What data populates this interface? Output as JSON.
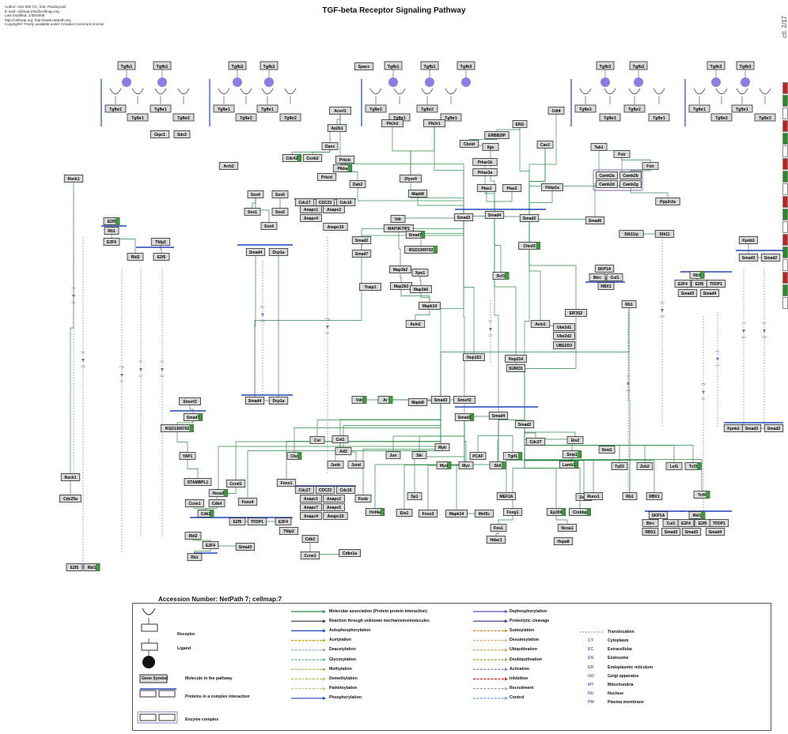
{
  "header": {
    "meta": [
      "Author: Ubo Möl CC, ICB, PandeyLab",
      "E-mail: cellmap-info@cellmap.org",
      "Last modified: 1/30/2009",
      "http://cellmap.org; http://www.netpath.org",
      "Copyright© Freely available under Creative Commons license"
    ],
    "title": "TGF-beta Receptor Signaling Pathway",
    "side_label": "ctl. 2/17"
  },
  "colors": {
    "box_fill": "#d9d9d9",
    "box_border": "#2b2b2b",
    "green_box": "#3f9a3f",
    "ligand": "#8a7fe0",
    "association_line": "#2e8b4a",
    "complex_bar": "#2244bb",
    "translocation": "#7a5fb5",
    "strip": [
      "#c02020",
      "#2a8a2a",
      "#ffffff",
      "#c02020",
      "#2a8a2a",
      "#ffffff",
      "#c02020",
      "#2a8a2a",
      "#ffffff",
      "#c02020",
      "#2a8a2a",
      "#ffffff",
      "#c02020",
      "#2a8a2a",
      "#ffffff",
      "#c02020",
      "#2a8a2a",
      "#ffffff"
    ]
  },
  "ligand_groups": [
    {
      "ligands": [
        "Tgfb1",
        "Tgfb1"
      ],
      "receptors": [
        "Tgfbr2",
        "Tgfbr1",
        "Tgfbr1",
        "Tgfbr2"
      ]
    },
    {
      "ligands": [
        "Tgfb2",
        "Tgfb2"
      ],
      "receptors": [
        "Tgfbr1",
        "Tgfbr2",
        "Tgfbr1",
        "Tgfbr2"
      ]
    },
    {
      "ligands": [
        "Tgfb1",
        "Tgfb1",
        "Tgfb3"
      ],
      "receptors": [
        "Tgfbr2",
        "Tgfbr1",
        "Tgfbr2",
        "Tgfbr1"
      ]
    },
    {
      "ligands": [
        "Tgfb3",
        "Tgfb2"
      ],
      "receptors": [
        "Tgfbr2",
        "Tgfbr1",
        "Tgfbr2",
        "Tgfbr1"
      ]
    },
    {
      "ligands": [
        "Tgfb3",
        "Tgfb3"
      ],
      "receptors": [
        "Tgfbr1",
        "Tgfbr2",
        "Tgfbr1",
        "Tgfbr2"
      ]
    }
  ],
  "nodes": [
    {
      "id": "Sparc",
      "label": "Spacc"
    },
    {
      "id": "Gipc1",
      "label": "Gipc1"
    },
    {
      "id": "Sdc2",
      "label": "Sdc2"
    },
    {
      "id": "Acvrl1",
      "label": "Acvrl1"
    },
    {
      "id": "Arrb2",
      "label": "Arrb2"
    },
    {
      "id": "Ap2b1",
      "label": "Ap2b1"
    },
    {
      "id": "Daxx",
      "label": "Daxx"
    },
    {
      "id": "Cdc42",
      "label": "Cdc42"
    },
    {
      "id": "Ccnb2",
      "label": "Ccnb2"
    },
    {
      "id": "Prkcb",
      "label": "Prkcb"
    },
    {
      "id": "Pikka",
      "label": "Pikka"
    },
    {
      "id": "Prkcd",
      "label": "Prkcd"
    },
    {
      "id": "Dab2",
      "label": "Dab2"
    },
    {
      "id": "Pik3r2",
      "label": "Pik3r2"
    },
    {
      "id": "Pik3r1",
      "label": "Pik3r1"
    },
    {
      "id": "Zfyve9",
      "label": "Zfyve9"
    },
    {
      "id": "Eng",
      "label": "ENG"
    },
    {
      "id": "Errbb2ip",
      "label": "ERBB2IP"
    },
    {
      "id": "Cbsid",
      "label": "Cbsid"
    },
    {
      "id": "Ilgs",
      "label": "Ilgs"
    },
    {
      "id": "Prkar1b",
      "label": "Prkar1b"
    },
    {
      "id": "Prkar2a",
      "label": "Prkar2a"
    },
    {
      "id": "Pias1",
      "label": "Pias1"
    },
    {
      "id": "Pias2",
      "label": "Pias2"
    },
    {
      "id": "Mapk8",
      "label": "Mapk8"
    },
    {
      "id": "Cav1",
      "label": "Cav1"
    },
    {
      "id": "Cdt4",
      "label": "Cdt4"
    },
    {
      "id": "Fkbp1a",
      "label": "Fkbp1a"
    },
    {
      "id": "Tab1",
      "label": "Tab1"
    },
    {
      "id": "Fstr",
      "label": "Fstr"
    },
    {
      "id": "Fstr2",
      "label": "Fstr"
    },
    {
      "id": "Camk2a",
      "label": "Camk2a"
    },
    {
      "id": "Camk2b",
      "label": "Camk2b"
    },
    {
      "id": "Camk2d",
      "label": "Camk2d"
    },
    {
      "id": "Camk2g",
      "label": "Camk2g"
    },
    {
      "id": "Ppp2r2a",
      "label": "Ppp2r2a"
    },
    {
      "id": "Smad6",
      "label": "Smad6"
    },
    {
      "id": "Stk11ip",
      "label": "Stk11ip"
    },
    {
      "id": "Stk11",
      "label": "Stk11"
    },
    {
      "id": "Rock1",
      "label": "Rock1"
    },
    {
      "id": "Sox4",
      "label": "Sox4"
    },
    {
      "id": "Sox6",
      "label": "Sox6"
    },
    {
      "id": "Sox1",
      "label": "Sox1"
    },
    {
      "id": "Sox2",
      "label": "Sox2"
    },
    {
      "id": "Sox4b",
      "label": "Sox4"
    },
    {
      "id": "Cdc27",
      "label": "Cdc27"
    },
    {
      "id": "Cdc23",
      "label": "CDC23"
    },
    {
      "id": "Cdc16",
      "label": "Cdc16"
    },
    {
      "id": "Anapc1",
      "label": "Anapc1"
    },
    {
      "id": "Anapc2",
      "label": "Anapc2"
    },
    {
      "id": "Anapc4",
      "label": "Anapc4"
    },
    {
      "id": "Anapc10",
      "label": "Anapc10"
    },
    {
      "id": "Smad2a",
      "label": "Smad2"
    },
    {
      "id": "Smad7a",
      "label": "Smad7"
    },
    {
      "id": "Smad4a",
      "label": "Smad4"
    },
    {
      "id": "Dcp1a",
      "label": "Dcp1a"
    },
    {
      "id": "Vdr",
      "label": "Vdr"
    },
    {
      "id": "Map3k7ip1",
      "label": "MAP3K7IP1"
    },
    {
      "id": "Smad7b",
      "label": "Smad7"
    },
    {
      "id": "Rgd",
      "label": "RGD1309702"
    },
    {
      "id": "Map3k2",
      "label": "Map3k2"
    },
    {
      "id": "Map2k3",
      "label": "Map2k3"
    },
    {
      "id": "Xpo1",
      "label": "Xpo1"
    },
    {
      "id": "Map2k6",
      "label": "Map2k6"
    },
    {
      "id": "Mapk14",
      "label": "Mapk14"
    },
    {
      "id": "Traip",
      "label": "Traip1"
    },
    {
      "id": "Axin2",
      "label": "Axin2"
    },
    {
      "id": "Smad3a",
      "label": "Smad3"
    },
    {
      "id": "Smad4b",
      "label": "Smad4"
    },
    {
      "id": "Smad2b",
      "label": "Smad2"
    },
    {
      "id": "Cited3",
      "label": "Cited3"
    },
    {
      "id": "Dcf1",
      "label": "Dcf1"
    },
    {
      "id": "Nup153",
      "label": "Nup153"
    },
    {
      "id": "Nup214",
      "label": "Nup214"
    },
    {
      "id": "Sumo1",
      "label": "SUMO1"
    },
    {
      "id": "Axin1",
      "label": "Axin1"
    },
    {
      "id": "Eif3s2",
      "label": "EIF3S2"
    },
    {
      "id": "Ube2d1",
      "label": "Ube2d1"
    },
    {
      "id": "Ube2d2",
      "label": "Ube2d2"
    },
    {
      "id": "Ube2d3",
      "label": "UBE2D3"
    },
    {
      "id": "Skp1a",
      "label": "SKP1A"
    },
    {
      "id": "Btrc",
      "label": "Btrc"
    },
    {
      "id": "Cul1",
      "label": "Cul1"
    },
    {
      "id": "Rbx1",
      "label": "RBX1"
    },
    {
      "id": "Rb1",
      "label": "Rb1"
    },
    {
      "id": "Kpnb1",
      "label": "Kpnb1"
    },
    {
      "id": "Smad3b",
      "label": "Smad3"
    },
    {
      "id": "Smad2c",
      "label": "Smad2"
    },
    {
      "id": "Rb1b",
      "label": "Rb1"
    },
    {
      "id": "E2f4",
      "label": "E2F4"
    },
    {
      "id": "E2f5",
      "label": "E2f5"
    },
    {
      "id": "Tfdp1",
      "label": "TFDP1"
    },
    {
      "id": "Smad3c",
      "label": "Smad3"
    },
    {
      "id": "Smad4c",
      "label": "Smad4"
    },
    {
      "id": "E2f5a",
      "label": "E2f5"
    },
    {
      "id": "Rb1a",
      "label": "Rb1"
    },
    {
      "id": "E2f4a",
      "label": "E2F4"
    },
    {
      "id": "Tfdp2",
      "label": "Tfdp2"
    },
    {
      "id": "Rbl2",
      "label": "Rbl2"
    },
    {
      "id": "E2f5b",
      "label": "E2f5"
    },
    {
      "id": "Rock1b",
      "label": "Rock1"
    },
    {
      "id": "Cdc25a",
      "label": "Cdc25a"
    },
    {
      "id": "E2f5c",
      "label": "E2f5"
    },
    {
      "id": "Rbl1",
      "label": "Rbl1"
    },
    {
      "id": "Smurf2",
      "label": "Smurf2"
    },
    {
      "id": "Smad7c",
      "label": "Smad7"
    },
    {
      "id": "Rgd2",
      "label": "RGD1309702"
    },
    {
      "id": "Yap1",
      "label": "YAP1"
    },
    {
      "id": "Stambpl1",
      "label": "STAMBPL1"
    },
    {
      "id": "Hoxa9",
      "label": "Hoxa9"
    },
    {
      "id": "Ccne1",
      "label": "Ccne1"
    },
    {
      "id": "Cdk4",
      "label": "Cdk4"
    },
    {
      "id": "Cdk2",
      "label": "Cdk2"
    },
    {
      "id": "Smad4d",
      "label": "Smad4"
    },
    {
      "id": "Dcp1b",
      "label": "Dcp1a"
    },
    {
      "id": "Cdk2a",
      "label": "Cdk2"
    },
    {
      "id": "Ccne1a",
      "label": "Ccne1"
    },
    {
      "id": "Cdkn1a",
      "label": "Cdkn1a"
    },
    {
      "id": "E2f5d",
      "label": "E2f5"
    },
    {
      "id": "Tfdp1a",
      "label": "TFDP1"
    },
    {
      "id": "E2f4b",
      "label": "E2F4"
    },
    {
      "id": "Rbl2a",
      "label": "Rbl2"
    },
    {
      "id": "E2f4c",
      "label": "E2F4"
    },
    {
      "id": "Tfdp2a",
      "label": "Tfdp2"
    },
    {
      "id": "Rb1c",
      "label": "Rb1"
    },
    {
      "id": "Smad3d",
      "label": "Smad3"
    },
    {
      "id": "Ccnd1",
      "label": "Ccnd1"
    },
    {
      "id": "Foxo1",
      "label": "Foxo1"
    },
    {
      "id": "Foxo4",
      "label": "Foxo4"
    },
    {
      "id": "Cbc",
      "label": "Cbc"
    },
    {
      "id": "Atf2",
      "label": "Atf2"
    },
    {
      "id": "Col1",
      "label": "Col1"
    },
    {
      "id": "Cst",
      "label": "Cst"
    },
    {
      "id": "Junb",
      "label": "Junb"
    },
    {
      "id": "Jund",
      "label": "Jund"
    },
    {
      "id": "Foxb",
      "label": "Foxb"
    },
    {
      "id": "Vdr2",
      "label": "Vdr"
    },
    {
      "id": "Ar",
      "label": "Ar"
    },
    {
      "id": "Mapk8b",
      "label": "Mapk8"
    },
    {
      "id": "Smad3e",
      "label": "Smad3"
    },
    {
      "id": "Smurf2b",
      "label": "Smurf2"
    },
    {
      "id": "Smad3f",
      "label": "Smad3"
    },
    {
      "id": "Smad4e",
      "label": "Smad4"
    },
    {
      "id": "Smad2d",
      "label": "Smad2"
    },
    {
      "id": "Jun",
      "label": "Jun"
    },
    {
      "id": "Ski",
      "label": "Ski"
    },
    {
      "id": "Myb",
      "label": "Myb"
    },
    {
      "id": "Myc",
      "label": "Myc"
    },
    {
      "id": "Myo",
      "label": "Myo"
    },
    {
      "id": "Pcaf",
      "label": "PCAF"
    },
    {
      "id": "Tgif1",
      "label": "Tgif1"
    },
    {
      "id": "Skil",
      "label": "Skil"
    },
    {
      "id": "Cdc27b",
      "label": "Cdc27"
    },
    {
      "id": "Hnf4a",
      "label": "Hnf4a"
    },
    {
      "id": "Ets1",
      "label": "Ets1"
    },
    {
      "id": "Sp1",
      "label": "Sp1"
    },
    {
      "id": "Foxo3",
      "label": "Foxo3"
    },
    {
      "id": "Mapk14b",
      "label": "Mapk14"
    },
    {
      "id": "Mef2c",
      "label": "Mef2c"
    },
    {
      "id": "Mef2a",
      "label": "MEF2A"
    },
    {
      "id": "Foxg1",
      "label": "Foxg1"
    },
    {
      "id": "Fos1",
      "label": "Fos1"
    },
    {
      "id": "Hdac1",
      "label": "Hdac1"
    },
    {
      "id": "Ep300",
      "label": "Ep300"
    },
    {
      "id": "Crebbp",
      "label": "Crebbp"
    },
    {
      "id": "Zeb1",
      "label": "Zeb1"
    },
    {
      "id": "Ncoa1",
      "label": "Ncoa1"
    },
    {
      "id": "Runx1",
      "label": "Runx1"
    },
    {
      "id": "Hspa8",
      "label": "Hspa8"
    },
    {
      "id": "Etv2",
      "label": "Etv2"
    },
    {
      "id": "Snip1",
      "label": "Snip1"
    },
    {
      "id": "Lamb1",
      "label": "Lamb1"
    },
    {
      "id": "Tp53",
      "label": "Tp53"
    },
    {
      "id": "Zeb2",
      "label": "Zeb2"
    },
    {
      "id": "Sox1b",
      "label": "Snw1"
    },
    {
      "id": "Lef1",
      "label": "Lef1"
    },
    {
      "id": "Tcf3",
      "label": "Tcf3"
    },
    {
      "id": "Rb1d",
      "label": "Rb1"
    },
    {
      "id": "Rbx1b",
      "label": "RBX1"
    },
    {
      "id": "Tcf4",
      "label": "Tcf4"
    },
    {
      "id": "Skp1b",
      "label": "SKP1A"
    },
    {
      "id": "Btrcb",
      "label": "Btrc"
    },
    {
      "id": "Cul1b",
      "label": "Cul1"
    },
    {
      "id": "Rbx1c",
      "label": "RBX1"
    },
    {
      "id": "Smad3g",
      "label": "Smad3"
    },
    {
      "id": "Rbl1b",
      "label": "Rbl1"
    },
    {
      "id": "E2f4d",
      "label": "E2F4"
    },
    {
      "id": "E2f5e",
      "label": "E2f5"
    },
    {
      "id": "Tfdp1b",
      "label": "TFDP1"
    },
    {
      "id": "Smad3h",
      "label": "Smad3"
    },
    {
      "id": "Smad4f",
      "label": "Smad4"
    },
    {
      "id": "Kpnb1b",
      "label": "Kpnb1"
    },
    {
      "id": "Smad3i",
      "label": "Smad3"
    },
    {
      "id": "Smad2e",
      "label": "Smad2"
    },
    {
      "id": "Smad4g",
      "label": "Smad4"
    },
    {
      "id": "Dcp1c",
      "label": "Dcp1a"
    },
    {
      "id": "Smurf2c",
      "label": "Smurf2"
    },
    {
      "id": "Cdc23b",
      "label": "CDC23"
    },
    {
      "id": "Cdc16b",
      "label": "Cdc16"
    },
    {
      "id": "Anapc1b",
      "label": "Anapc1"
    },
    {
      "id": "Anapc2b",
      "label": "Anapc2"
    },
    {
      "id": "Anapc4b",
      "label": "Anapc4"
    },
    {
      "id": "Anapc10b",
      "label": "Anapc10"
    },
    {
      "id": "Anapc5",
      "label": "Anapc5"
    },
    {
      "id": "Anapc7",
      "label": "Anapc7"
    },
    {
      "id": "Anapc5b",
      "label": "Anapc5"
    },
    {
      "id": "Anapc7b",
      "label": "Anapc7"
    },
    {
      "id": "Cdc27c",
      "label": "Cdc27"
    },
    {
      "id": "E2f5f",
      "label": "E2f5"
    },
    {
      "id": "Rbl1c",
      "label": "Rbl1"
    }
  ],
  "translocation_tags": [
    "CY",
    "NU",
    "PM",
    "EC"
  ],
  "accession": "Accession Number: NetPath 7; cellmap:7",
  "legend": {
    "shapes": [
      {
        "label": "Receptor"
      },
      {
        "label": "Ligand"
      },
      {
        "label": "Gene Symbol",
        "desc": "Molecule in the pathway"
      },
      {
        "label": "",
        "desc": "Proteins in a complex interaction"
      },
      {
        "label": "",
        "desc": "Enzyme complex"
      }
    ],
    "col2": [
      {
        "label": "Molecular association (Protein protein interaction)",
        "color": "#2e8b4a"
      },
      {
        "label": "Reaction through unknown mechanisms/molecules",
        "color": "#333333"
      },
      {
        "label": "Autophosphorylation",
        "color": "#2244bb"
      },
      {
        "label": "Acetylation",
        "color": "#c8a000"
      },
      {
        "label": "Deacetylation",
        "color": "#7da7d9"
      },
      {
        "label": "Glycosylation",
        "color": "#5fb3b3"
      },
      {
        "label": "Methylation",
        "color": "#7fbf3f"
      },
      {
        "label": "Demethylation",
        "color": "#bcbc5a"
      },
      {
        "label": "Palmitoylation",
        "color": "#d0c27a"
      },
      {
        "label": "Phosphorylation",
        "color": "#2244bb"
      }
    ],
    "col3": [
      {
        "label": "Dephosphorylation",
        "color": "#5a4fcf"
      },
      {
        "label": "Proteolytic cleavage",
        "color": "#2e2e8a"
      },
      {
        "label": "Sumoylation",
        "color": "#d4863a"
      },
      {
        "label": "Desumoylation",
        "color": "#e0b070"
      },
      {
        "label": "Ubiquitination",
        "color": "#c4a040"
      },
      {
        "label": "Deubiquitination",
        "color": "#9e9e3a"
      },
      {
        "label": "Activation",
        "color": "#7a5fb5"
      },
      {
        "label": "Inhibition",
        "color": "#cc2222"
      },
      {
        "label": "Recruitment",
        "color": "#9aa0a6"
      },
      {
        "label": "Control",
        "color": "#5aa0d8"
      }
    ],
    "col4_title": "Translocation",
    "col4": [
      {
        "code": "CY",
        "label": "Cytoplasm"
      },
      {
        "code": "EC",
        "label": "Extracellular"
      },
      {
        "code": "EN",
        "label": "Endosome"
      },
      {
        "code": "ER",
        "label": "Endoplasmic reticulum"
      },
      {
        "code": "GO",
        "label": "Golgi apparatus"
      },
      {
        "code": "MT",
        "label": "Mitochondria"
      },
      {
        "code": "NU",
        "label": "Nucleus"
      },
      {
        "code": "PM",
        "label": "Plasma membrane"
      }
    ]
  }
}
